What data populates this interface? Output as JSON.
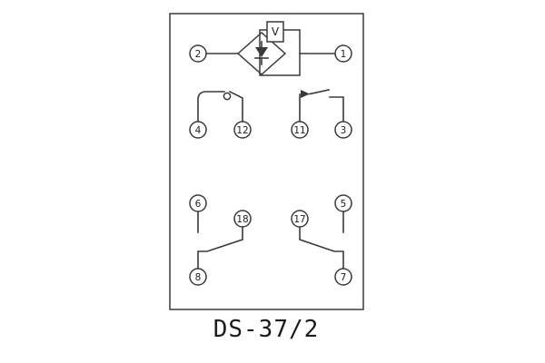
{
  "caption": "DS-37/2",
  "diagram": {
    "voltage_label": "V",
    "terminals": {
      "t1": "1",
      "t2": "2",
      "t3": "3",
      "t4": "4",
      "t5": "5",
      "t6": "6",
      "t7": "7",
      "t8": "8",
      "t11": "11",
      "t12": "12",
      "t17": "17",
      "t18": "18"
    },
    "colors": {
      "line": "#3a3a3a",
      "background": "#ffffff"
    }
  }
}
